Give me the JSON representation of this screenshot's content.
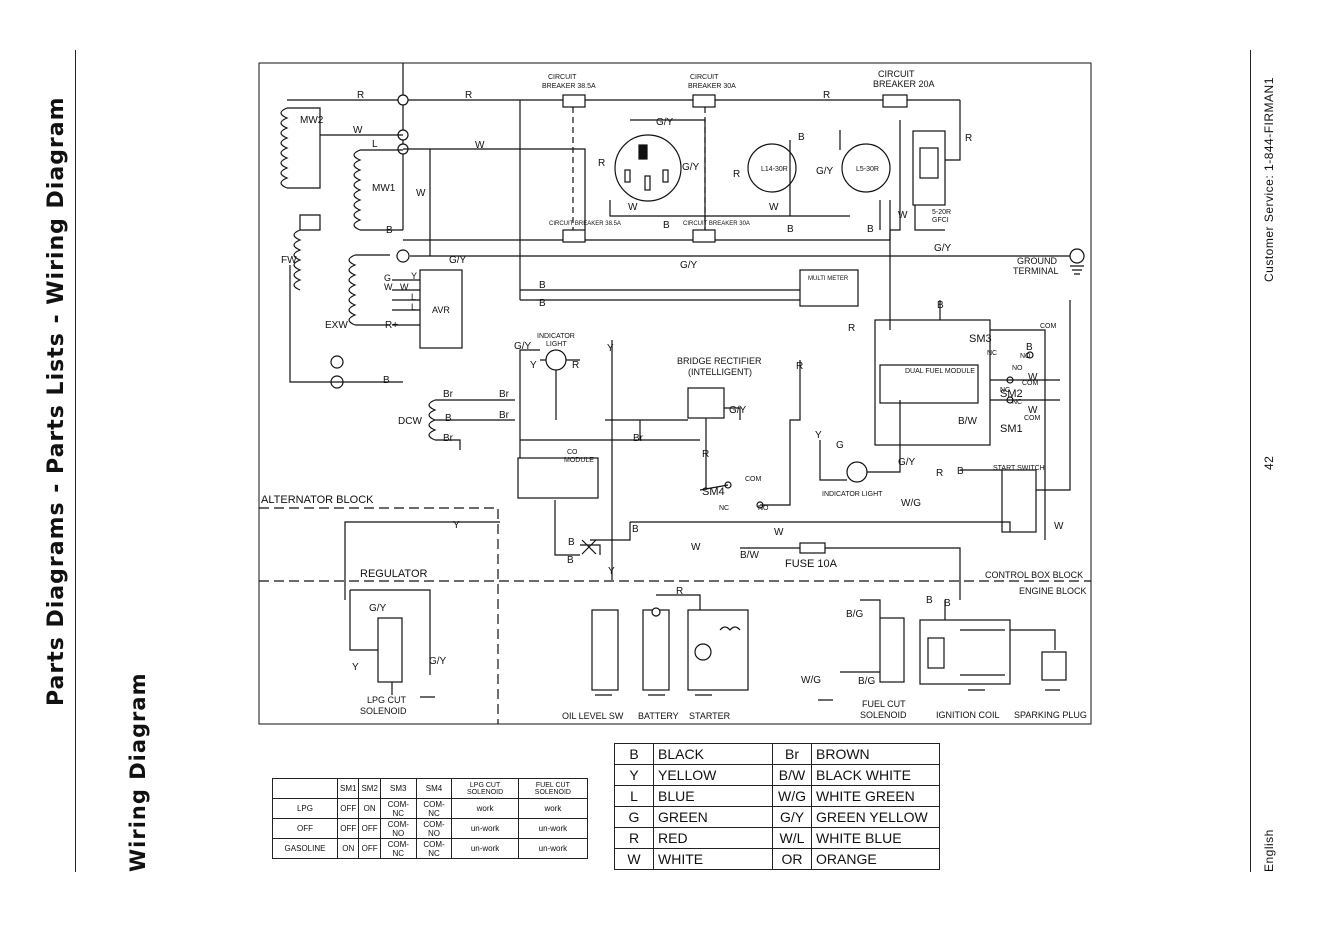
{
  "page": {
    "section_title": "Parts Diagrams - Parts Lists - Wiring Diagram",
    "sub_title": "Wiring Diagram",
    "customer_service": "Customer Service: 1-844-FIRMAN1",
    "page_number": "42",
    "language": "English"
  },
  "blocks": {
    "alternator": "ALTERNATOR BLOCK",
    "control_box": "CONTROL BOX BLOCK",
    "engine": "ENGINE BLOCK"
  },
  "components": {
    "mw2": "MW2",
    "mw1": "MW1",
    "fw": "FW",
    "exw": "EXW",
    "avr": "AVR",
    "dcw": "DCW",
    "cb_top1": [
      "CIRCUIT",
      "BREAKER 38.5A"
    ],
    "cb_top2": [
      "CIRCUIT",
      "BREAKER 30A"
    ],
    "cb_top3": [
      "CIRCUIT",
      "BREAKER 20A"
    ],
    "cb_mid1": "CIRCUIT BREAKER 38.5A",
    "cb_mid2": "CIRCUIT BREAKER 30A",
    "l14": "L14-30R",
    "l5": "L5-30R",
    "gfci": [
      "5-20R",
      "GFCI"
    ],
    "ground_terminal": [
      "GROUND",
      "TERMINAL"
    ],
    "multimeter": "MULTI METER",
    "indicator_light_top": [
      "INDICATOR",
      "LIGHT"
    ],
    "bridge_rectifier": [
      "BRIDGE RECTIFIER",
      "(INTELLIGENT)"
    ],
    "dual_fuel_module": "DUAL FUEL MODULE",
    "co_module": [
      "CO",
      "MODULE"
    ],
    "sm1": "SM1",
    "sm2": "SM2",
    "sm3": "SM3",
    "sm4": "SM4",
    "start_switch": "START SWITCH",
    "indicator_light_bottom": "INDICATOR LIGHT",
    "fuse": "FUSE 10A",
    "regulator": "REGULATOR",
    "lpg_cut": [
      "LPG CUT",
      "SOLENOID"
    ],
    "oil_level": "OIL LEVEL SW",
    "battery": "BATTERY",
    "starter": "STARTER",
    "fuel_cut": [
      "FUEL CUT",
      "SOLENOID"
    ],
    "ignition_coil": "IGNITION COIL",
    "sparking_plug": "SPARKING PLUG",
    "com": "COM",
    "nc": "NC",
    "no": "NO"
  },
  "wire_labels": {
    "R": "R",
    "W": "W",
    "L": "L",
    "B": "B",
    "GY": "G/Y",
    "Y": "Y",
    "G": "G",
    "Br": "Br",
    "BW": "B/W",
    "WG": "W/G",
    "BG": "B/G",
    "Rplus": "R+"
  },
  "switch_table": {
    "headers": [
      "",
      "SM1",
      "SM2",
      "SM3",
      "SM4",
      "LPG CUT SOLENOID",
      "FUEL CUT SOLENOID"
    ],
    "rows": [
      [
        "LPG",
        "OFF",
        "ON",
        "COM-NC",
        "COM-NC",
        "work",
        "work"
      ],
      [
        "OFF",
        "OFF",
        "OFF",
        "COM-NO",
        "COM-NO",
        "un-work",
        "un-work"
      ],
      [
        "GASOLINE",
        "ON",
        "OFF",
        "COM-NC",
        "COM-NC",
        "un-work",
        "un-work"
      ]
    ]
  },
  "color_legend": [
    [
      "B",
      "BLACK",
      "Br",
      "BROWN"
    ],
    [
      "Y",
      "YELLOW",
      "B/W",
      "BLACK WHITE"
    ],
    [
      "L",
      "BLUE",
      "W/G",
      "WHITE GREEN"
    ],
    [
      "G",
      "GREEN",
      "G/Y",
      "GREEN YELLOW"
    ],
    [
      "R",
      "RED",
      "W/L",
      "WHITE BLUE"
    ],
    [
      "W",
      "WHITE",
      "OR",
      "ORANGE"
    ]
  ]
}
